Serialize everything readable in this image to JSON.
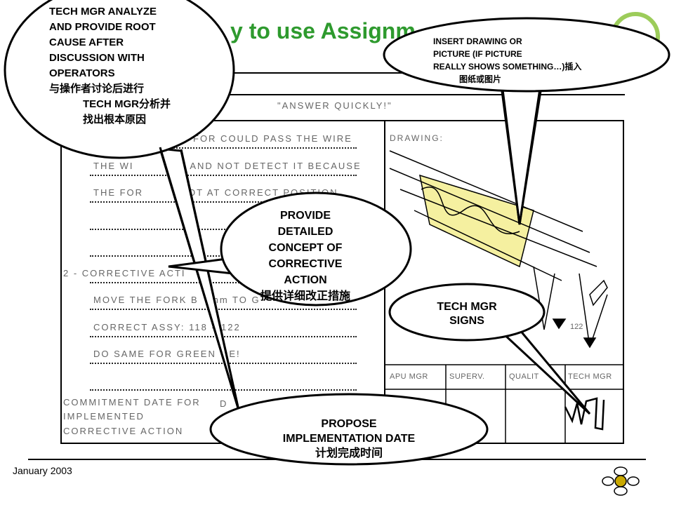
{
  "title": "y to use Assignm",
  "form": {
    "header": "\"ANSWER QUICKLY!\"",
    "cause_lines": [
      "FOR COULD PASS THE WIRE",
      "THE WI",
      "Y AND NOT DETECT IT BECAUSE",
      "THE FOR",
      "OT AT CORRECT POSITION"
    ],
    "corrective_label": "2 - CORRECTIVE ACTI",
    "action_lines": [
      "MOVE THE FORK B",
      "mm TO G",
      "CORRECT ASSY: 118 -",
      "122",
      "DO SAME FOR GREEN",
      "RE!"
    ],
    "commitment_label": [
      "COMMITMENT DATE FOR",
      "IMPLEMENTED",
      "CORRECTIVE ACTION"
    ],
    "commitment_value": "D",
    "drawing_label": "DRAWING:",
    "drawing_ref": "122",
    "sign_columns": [
      "APU MGR",
      "SUPERV.",
      "QUALIT",
      "TECH MGR"
    ]
  },
  "bubbles": {
    "root_cause": [
      "TECH MGR ANALYZE",
      "AND PROVIDE ROOT",
      "CAUSE AFTER",
      "DISCUSSION WITH",
      "OPERATORS",
      "与操作者讨论后进行",
      "TECH MGR分析并",
      "找出根本原因"
    ],
    "drawing": [
      "INSERT DRAWING OR",
      "PICTURE (IF PICTURE",
      "REALLY SHOWS SOMETHING…)插入",
      "图纸或图片"
    ],
    "corrective": [
      "PROVIDE",
      "DETAILED",
      "CONCEPT OF",
      "CORRECTIVE",
      "ACTION",
      "提供详细改正措施"
    ],
    "signs": [
      "TECH MGR",
      "SIGNS"
    ],
    "date": [
      "PROPOSE",
      "IMPLEMENTATION DATE",
      "计划完成时间"
    ]
  },
  "footer": {
    "date": "January 2003"
  },
  "colors": {
    "title": "#2e9a2e",
    "highlight": "#f5f0a0",
    "logo": "#9ccc5a"
  }
}
